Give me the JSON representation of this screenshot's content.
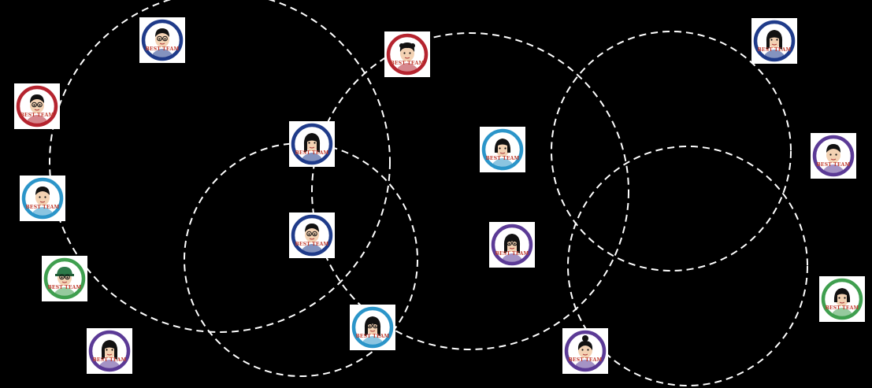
{
  "colors": {
    "background": "#000000",
    "circle_stroke": "#ffffff",
    "ring_red": "#b5242f",
    "ring_navy": "#1f3b8a",
    "ring_sky": "#2b95c9",
    "ring_green": "#3f9f4f",
    "ring_purple": "#5b3a96",
    "badge_text": "#c0392b"
  },
  "badge_text": "BEST TEAM",
  "groups": [
    {
      "id": "group-1"
    },
    {
      "id": "group-2"
    },
    {
      "id": "group-3"
    },
    {
      "id": "group-4"
    },
    {
      "id": "group-5"
    }
  ],
  "members": [
    {
      "id": "member-1",
      "ring": "navy",
      "hair": "short",
      "glasses": true
    },
    {
      "id": "member-2",
      "ring": "red",
      "hair": "curly",
      "glasses": false
    },
    {
      "id": "member-3",
      "ring": "navy",
      "hair": "long",
      "glasses": false
    },
    {
      "id": "member-4",
      "ring": "red",
      "hair": "short",
      "glasses": true
    },
    {
      "id": "member-5",
      "ring": "navy",
      "hair": "long",
      "glasses": false
    },
    {
      "id": "member-6",
      "ring": "sky",
      "hair": "bob",
      "glasses": false
    },
    {
      "id": "member-7",
      "ring": "purple",
      "hair": "short",
      "glasses": false
    },
    {
      "id": "member-8",
      "ring": "sky",
      "hair": "short",
      "glasses": false
    },
    {
      "id": "member-9",
      "ring": "navy",
      "hair": "short",
      "glasses": true
    },
    {
      "id": "member-10",
      "ring": "purple",
      "hair": "long",
      "glasses": true
    },
    {
      "id": "member-11",
      "ring": "green",
      "hair": "cap",
      "glasses": true
    },
    {
      "id": "member-12",
      "ring": "green",
      "hair": "bob",
      "glasses": false
    },
    {
      "id": "member-13",
      "ring": "sky",
      "hair": "long",
      "glasses": true
    },
    {
      "id": "member-14",
      "ring": "purple",
      "hair": "long",
      "glasses": false
    },
    {
      "id": "member-15",
      "ring": "purple",
      "hair": "bun",
      "glasses": false
    }
  ]
}
